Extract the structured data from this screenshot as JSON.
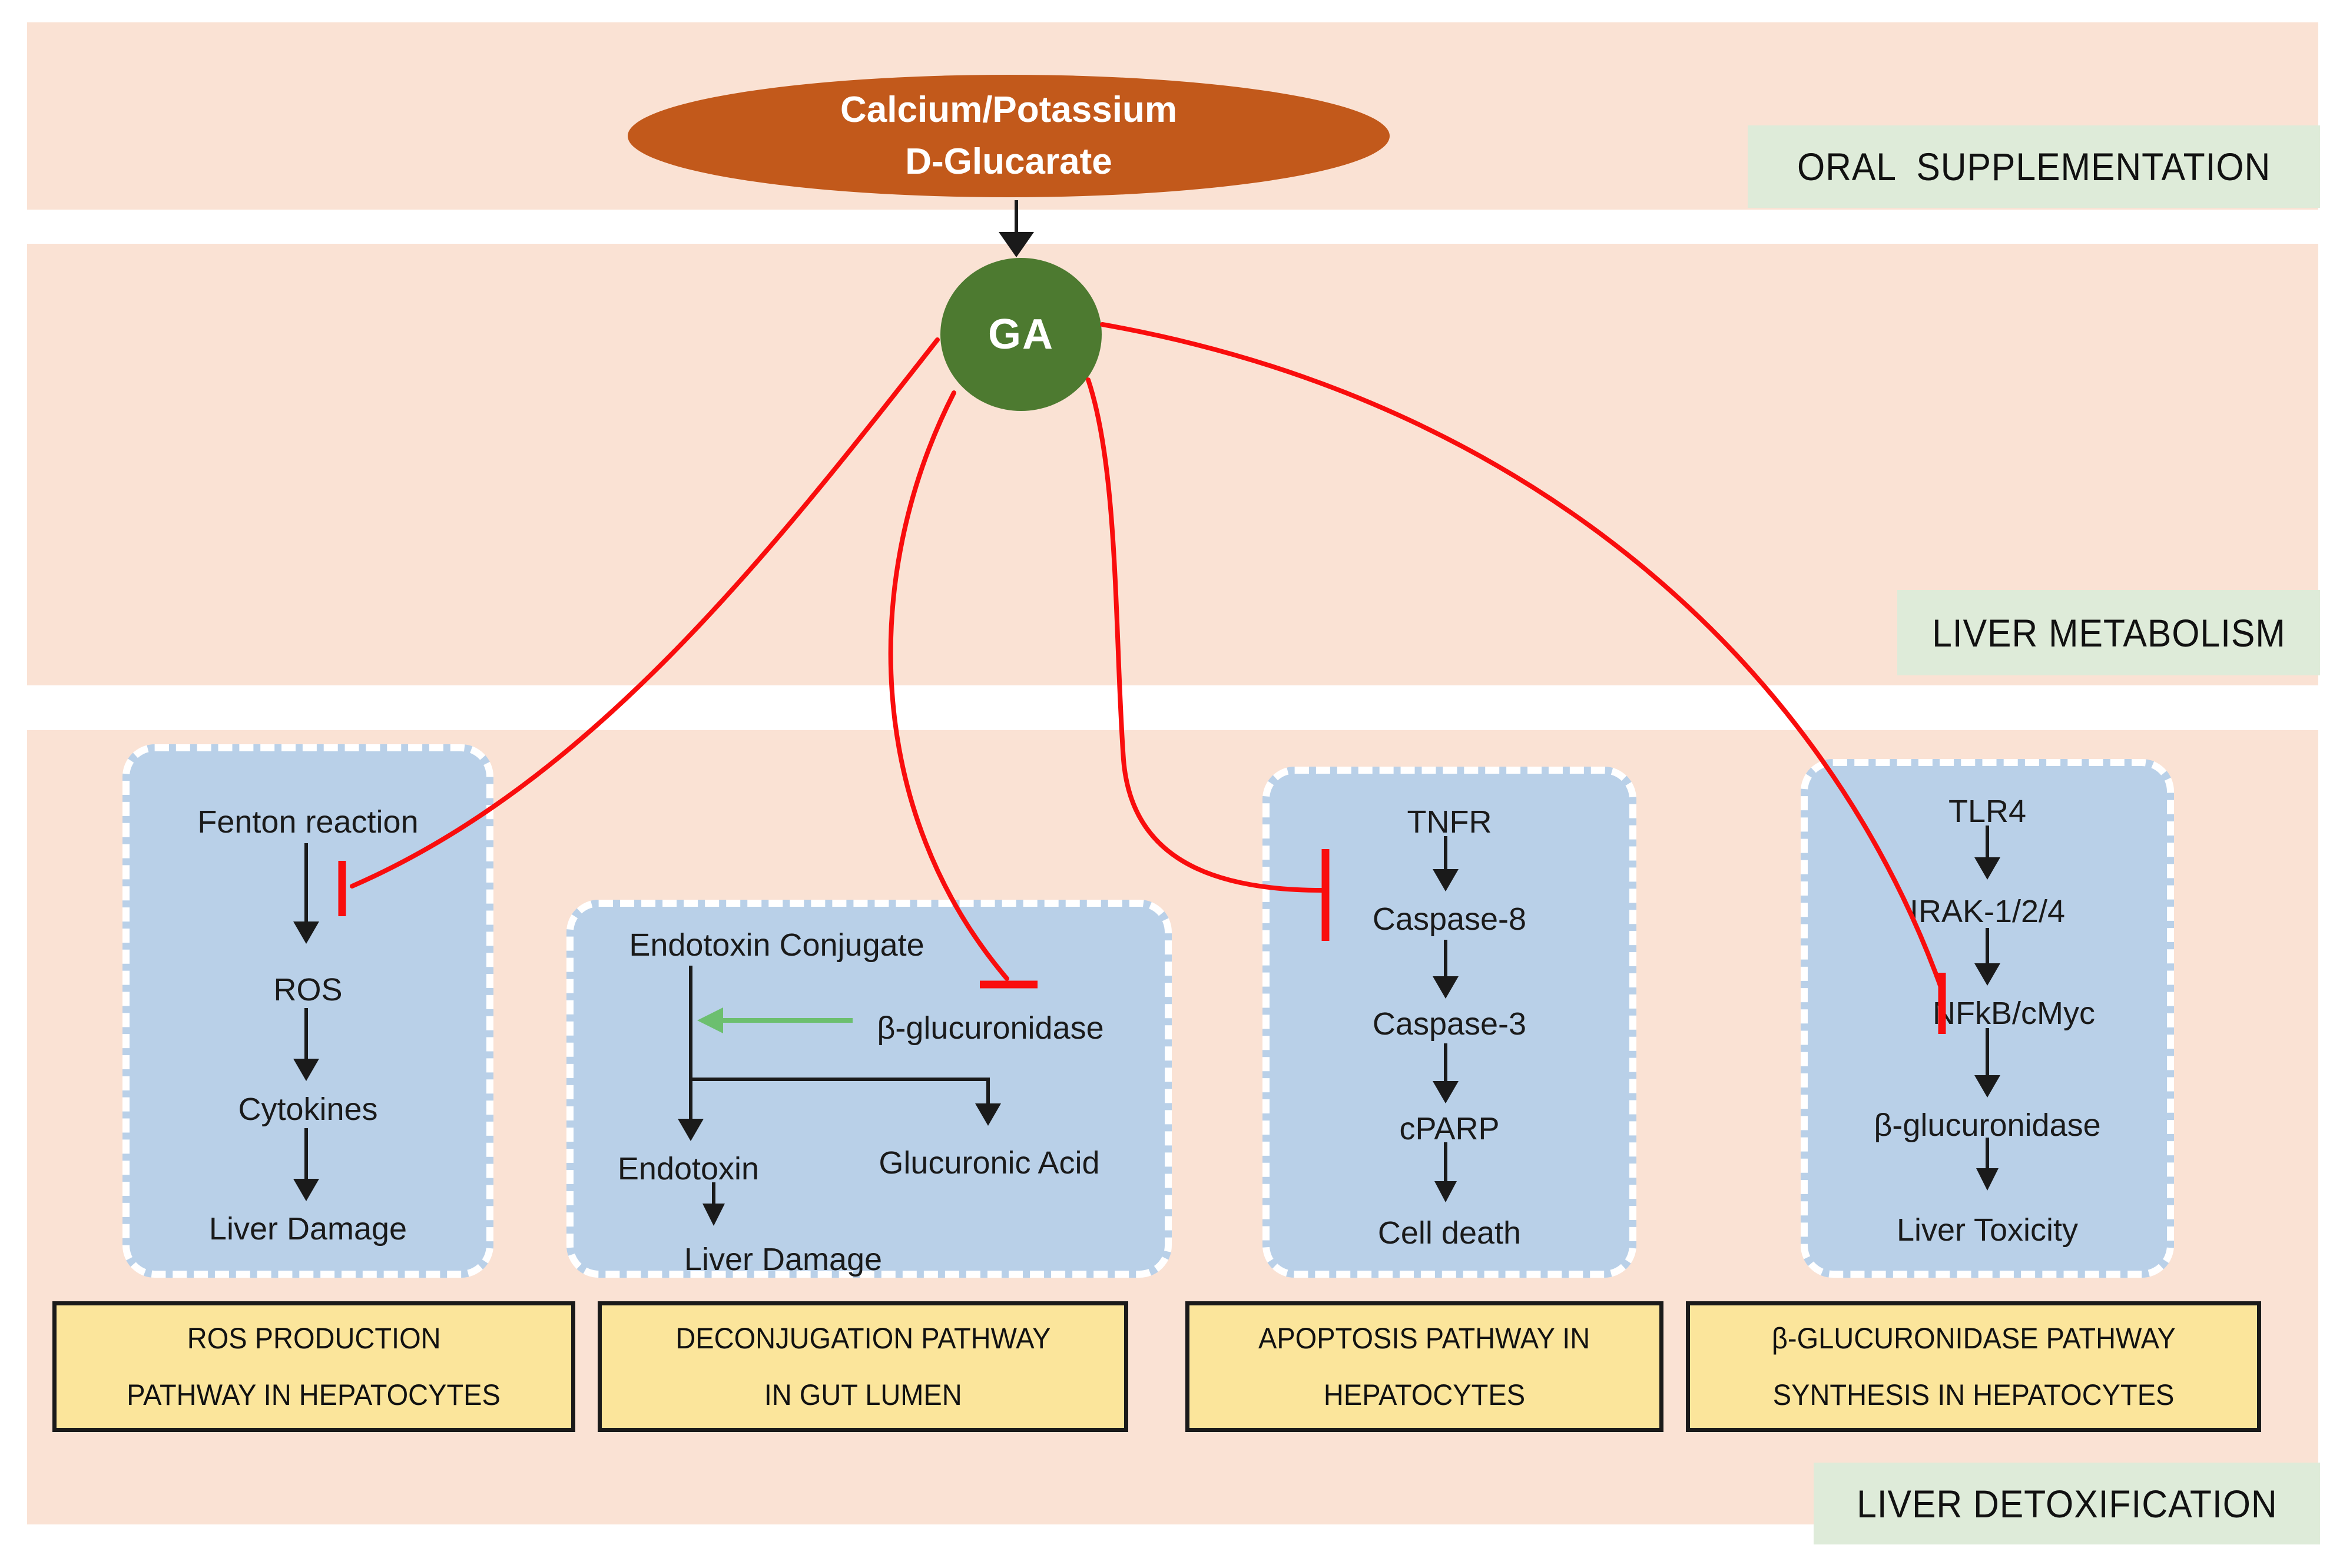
{
  "figure": {
    "supplement": {
      "line1": "Calcium/Potassium",
      "line2": "D-Glucarate"
    },
    "ga_label": "GA"
  },
  "stages": {
    "oral": "ORAL  SUPPLEMENTATION",
    "metabolism": "LIVER METABOLISM",
    "detox": "LIVER DETOXIFICATION"
  },
  "ros_pathway": {
    "nodes": [
      "Fenton reaction",
      "ROS",
      "Cytokines",
      "Liver Damage"
    ],
    "caption1": "ROS PRODUCTION",
    "caption2": "PATHWAY IN HEPATOCYTES"
  },
  "deconjugation_pathway": {
    "conjugate": "Endotoxin Conjugate",
    "enzyme": "β-glucuronidase",
    "endotoxin": "Endotoxin",
    "glucuronic_acid": "Glucuronic Acid",
    "liver_damage": "Liver Damage",
    "caption1": "DECONJUGATION PATHWAY",
    "caption2": "IN GUT LUMEN"
  },
  "apoptosis_pathway": {
    "nodes": [
      "TNFR",
      "Caspase-8",
      "Caspase-3",
      "cPARP",
      "Cell death"
    ],
    "caption1": "APOPTOSIS PATHWAY IN",
    "caption2": "HEPATOCYTES"
  },
  "bglucuronidase_pathway": {
    "nodes": [
      "TLR4",
      "IRAK-1/2/4",
      "NFkB/cMyc",
      "β-glucuronidase",
      "Liver Toxicity"
    ],
    "caption1": "β-GLUCURONIDASE PATHWAY",
    "caption2": "SYNTHESIS IN HEPATOCYTES"
  },
  "colors": {
    "band_peach": "#FAE2D4",
    "box_blue": "#B9D0E8",
    "caption_yellow": "#FBE59B",
    "stage_green": "#DEEBD9",
    "supplement_orange": "#C2591B",
    "ga_green": "#4D7A30",
    "inhibit_red": "#F90D0D",
    "promote_green": "#6CBF6F",
    "arrow_black": "#1A1A1A"
  }
}
